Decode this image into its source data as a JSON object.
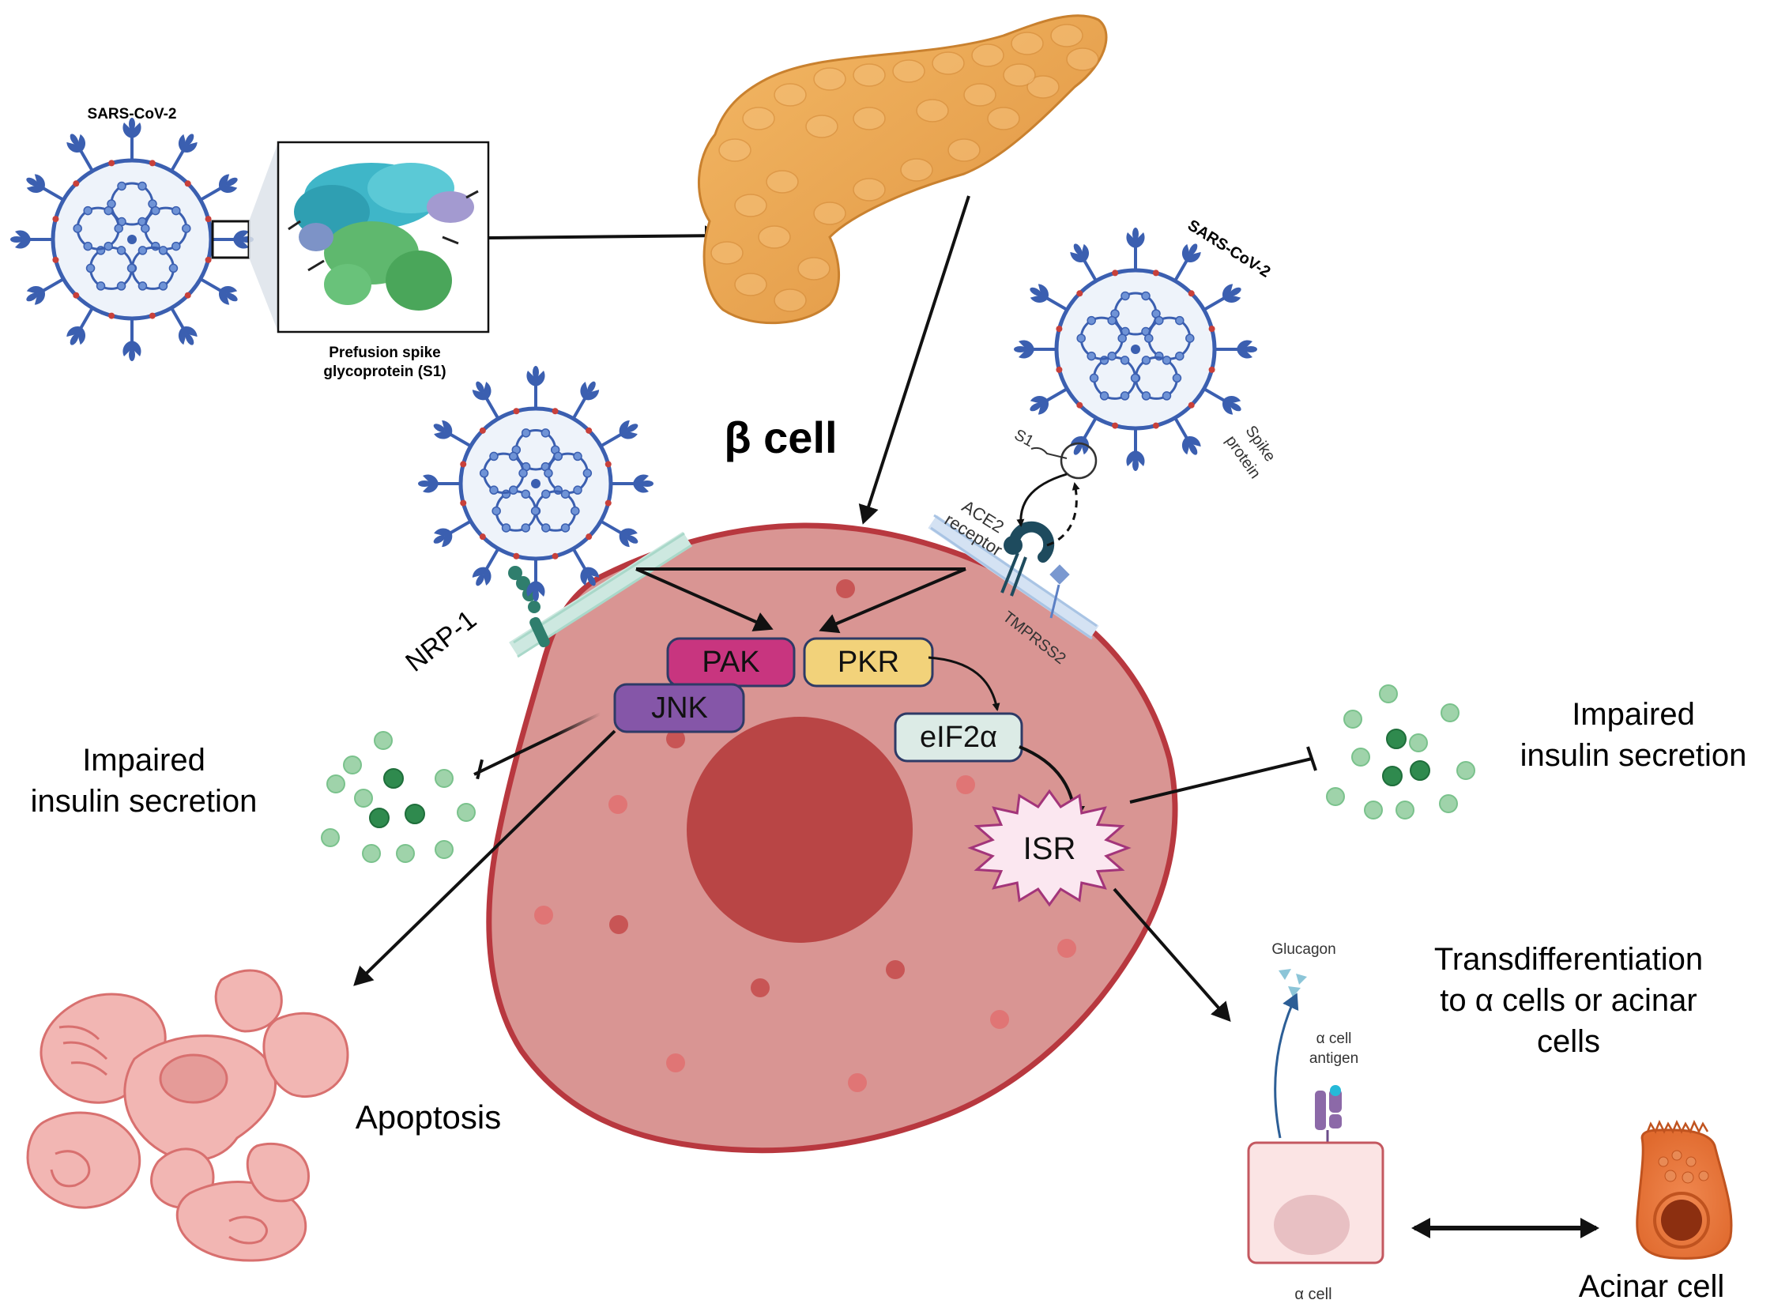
{
  "virus_top_left": {
    "title": "SARS-CoV-2"
  },
  "spike_box": {
    "caption_line1": "Prefusion spike",
    "caption_line2": "glycoprotein (S1)"
  },
  "virus_right": {
    "title": "SARS-CoV-2",
    "s1_label": "S1",
    "spike_label_line1": "Spike",
    "spike_label_line2": "protein"
  },
  "cell": {
    "title": "β cell"
  },
  "receptors": {
    "nrp1": "NRP-1",
    "ace2_line1": "ACE2",
    "ace2_line2": "receptor",
    "tmprss2": "TMPRSS2"
  },
  "kinases": {
    "pak": "PAK",
    "pkr": "PKR",
    "jnk": "JNK",
    "eif2a": "eIF2α",
    "isr": "ISR"
  },
  "outcomes": {
    "left_insulin_line1": "Impaired",
    "left_insulin_line2": "insulin secretion",
    "right_insulin_line1": "Impaired",
    "right_insulin_line2": "insulin secretion",
    "apoptosis": "Apoptosis",
    "transdiff_line1": "Transdifferentiation",
    "transdiff_line2": "to α cells or acinar",
    "transdiff_line3": "cells",
    "glucagon": "Glucagon",
    "antigen_line1": "α cell",
    "antigen_line2": "antigen",
    "alpha_cell": "α cell",
    "acinar_cell": "Acinar cell"
  },
  "colors": {
    "cell_fill": "#d99593",
    "cell_border": "#b8383f",
    "nucleus": "#b94545",
    "pak": "#c8357f",
    "pkr": "#f2d27a",
    "jnk": "#8556a8",
    "eif2a": "#dcebe6",
    "isr": "#fbe7f0",
    "pancreas": "#eaa04a",
    "virus_blue": "#3b5fb0",
    "granule_green": "#3a8f55"
  }
}
